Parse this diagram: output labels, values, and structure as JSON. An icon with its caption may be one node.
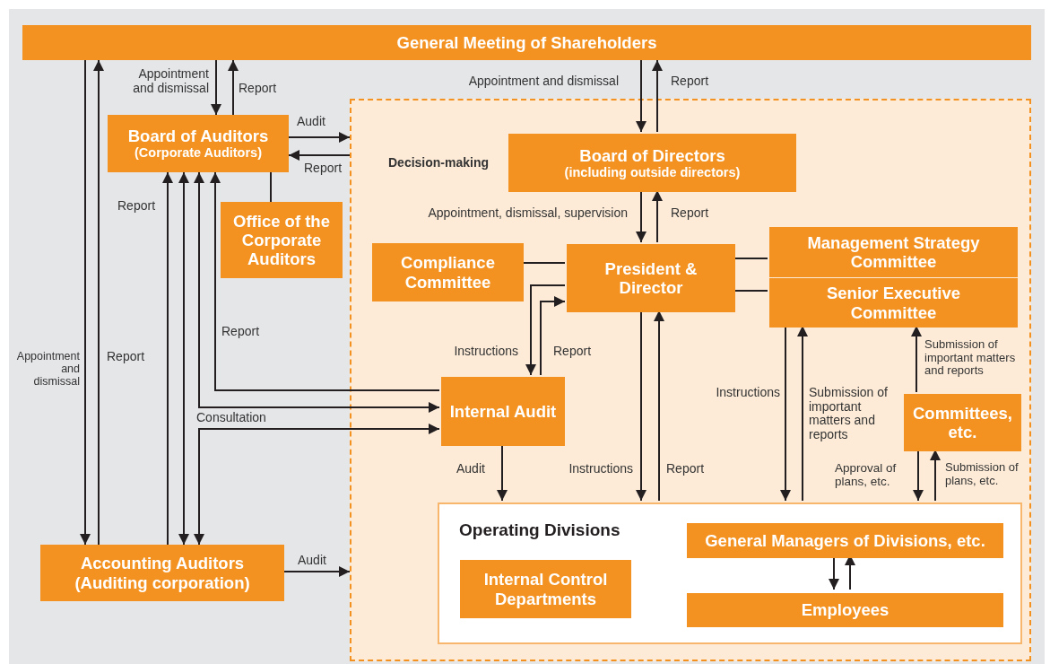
{
  "diagram": {
    "nodes": [
      {
        "text": [
          "General Meeting of Shareholders"
        ]
      },
      {
        "text": [],
        "shape": "box"
      },
      {
        "text": [
          "Board of Auditors",
          "(Corporate Auditors)"
        ]
      },
      {
        "text": [
          "Office of the Corporate Auditors"
        ]
      },
      {
        "text": [
          "Board of Directors",
          "(including outside directors)"
        ],
        "in": 1,
        "beside": [
          "Decision-making"
        ]
      },
      {
        "text": [
          "Compliance Committee"
        ],
        "in": 1
      },
      {
        "text": [
          "President & Director"
        ],
        "in": 1
      },
      {
        "text": [
          "Management Strategy Committee"
        ],
        "in": 1
      },
      {
        "text": [
          "Senior Executive Committee"
        ],
        "in": 1
      },
      {
        "text": [
          "Internal Audit"
        ],
        "in": 1
      },
      {
        "text": [
          "Committees, etc."
        ],
        "in": 1
      },
      {
        "text": [
          "Operating Divisions"
        ],
        "in": 1
      },
      {
        "text": [
          "Internal Control Departments"
        ],
        "in": 11
      },
      {
        "text": [
          "General Managers of Divisions, etc."
        ],
        "in": 11
      },
      {
        "text": [
          "Employees"
        ],
        "in": 11
      },
      {
        "text": [
          "Accounting Auditors (Auditing corporation)"
        ]
      }
    ],
    "edges": [
      {
        "from": 0,
        "to": 2,
        "arrow": "to",
        "label": "Appointment and dismissal"
      },
      {
        "from": 2,
        "to": 0,
        "arrow": "to",
        "label": "Report"
      },
      {
        "from": 0,
        "to": 4,
        "arrow": "to",
        "label": "Appointment and dismissal"
      },
      {
        "from": 4,
        "to": 0,
        "arrow": "to",
        "label": "Report"
      },
      {
        "from": 2,
        "to": 1,
        "arrow": "to",
        "label": "Audit"
      },
      {
        "from": 1,
        "to": 2,
        "arrow": "to",
        "label": "Report"
      },
      {
        "from": 2,
        "to": 3,
        "arrow": "none"
      },
      {
        "from": 4,
        "to": 6,
        "arrow": "to",
        "label": "Appointment, dismissal, supervision"
      },
      {
        "from": 6,
        "to": 4,
        "arrow": "to",
        "label": "Report"
      },
      {
        "from": 5,
        "to": 6,
        "arrow": "none"
      },
      {
        "from": 6,
        "to": 7,
        "arrow": "none"
      },
      {
        "from": 6,
        "to": 8,
        "arrow": "none"
      },
      {
        "from": 6,
        "to": 9,
        "arrow": "to",
        "label": "Instructions"
      },
      {
        "from": 9,
        "to": 6,
        "arrow": "to",
        "label": "Report"
      },
      {
        "from": 6,
        "to": 11,
        "arrow": "to",
        "label": "Instructions"
      },
      {
        "from": 11,
        "to": 6,
        "arrow": "to",
        "label": "Report"
      },
      {
        "from": 8,
        "to": 11,
        "arrow": "to",
        "label": "Instructions"
      },
      {
        "from": 11,
        "to": 8,
        "arrow": "to",
        "label": "Submission of important matters and reports"
      },
      {
        "from": 10,
        "to": 8,
        "arrow": "to",
        "label": "Submission of important matters and reports"
      },
      {
        "from": 10,
        "to": 11,
        "arrow": "to",
        "label": "Approval of plans, etc."
      },
      {
        "from": 11,
        "to": 10,
        "arrow": "to",
        "label": "Submission of plans, etc."
      },
      {
        "from": 13,
        "to": 14,
        "arrow": "to"
      },
      {
        "from": 14,
        "to": 13,
        "arrow": "to"
      },
      {
        "from": 9,
        "to": 11,
        "arrow": "to",
        "label": "Audit"
      },
      {
        "from": 0,
        "to": 15,
        "arrow": "to",
        "label": "Appointment and dismissal"
      },
      {
        "from": 15,
        "to": 0,
        "arrow": "to",
        "label": "Report"
      },
      {
        "from": 15,
        "to": 2,
        "arrow": "to",
        "label": "Report"
      },
      {
        "from": 2,
        "to": 15,
        "arrow": "both"
      },
      {
        "from": 9,
        "to": 2,
        "arrow": "to",
        "label": "Report"
      },
      {
        "from": 2,
        "to": 9,
        "arrow": "both"
      },
      {
        "from": 15,
        "to": 9,
        "arrow": "both",
        "label": "Consultation"
      },
      {
        "from": 15,
        "to": 1,
        "arrow": "to",
        "label": "Audit"
      }
    ]
  }
}
